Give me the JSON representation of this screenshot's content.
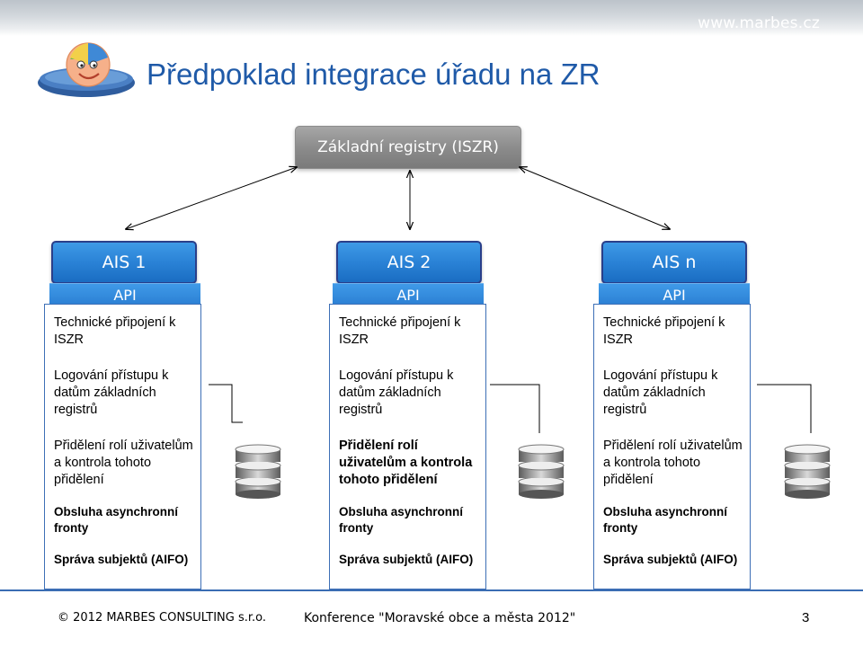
{
  "header": {
    "site_url": "www.marbes.cz",
    "title": "Předpoklad integrace úřadu na ZR"
  },
  "diagram": {
    "registry_label": "Základní registry (ISZR)",
    "systems": [
      {
        "name": "AIS 1",
        "api_label": "API",
        "items": [
          "Technické připojení k ISZR",
          "Logování přístupu k datům základních registrů",
          "Přidělení rolí uživatelům a kontrola tohoto přidělení",
          "Obsluha asynchronní fronty",
          "Správa subjektů (AIFO)"
        ]
      },
      {
        "name": "AIS 2",
        "api_label": "API",
        "items": [
          "Technické připojení k ISZR",
          "Logování přístupu k datům základních registrů",
          "Přidělení rolí uživatelům a kontrola tohoto přidělení",
          "Obsluha asynchronní fronty",
          "Správa subjektů (AIFO)"
        ]
      },
      {
        "name": "AIS n",
        "api_label": "API",
        "items": [
          "Technické připojení k ISZR",
          "Logování přístupu k datům základních registrů",
          "Přidělení rolí uživatelům a kontrola tohoto přidělení",
          "Obsluha asynchronní fronty",
          "Správa subjektů (AIFO)"
        ]
      }
    ]
  },
  "footer": {
    "copyright": "© 2012 MARBES CONSULTING s.r.o.",
    "conference": "Konference \"Moravské obce a města 2012\"",
    "page_number": "3"
  },
  "colors": {
    "title_blue": "#1f5aa8",
    "header_blue": "#2a82d6",
    "border_blue": "#3d6fb6",
    "registry_gray": "#8a8a8a"
  }
}
